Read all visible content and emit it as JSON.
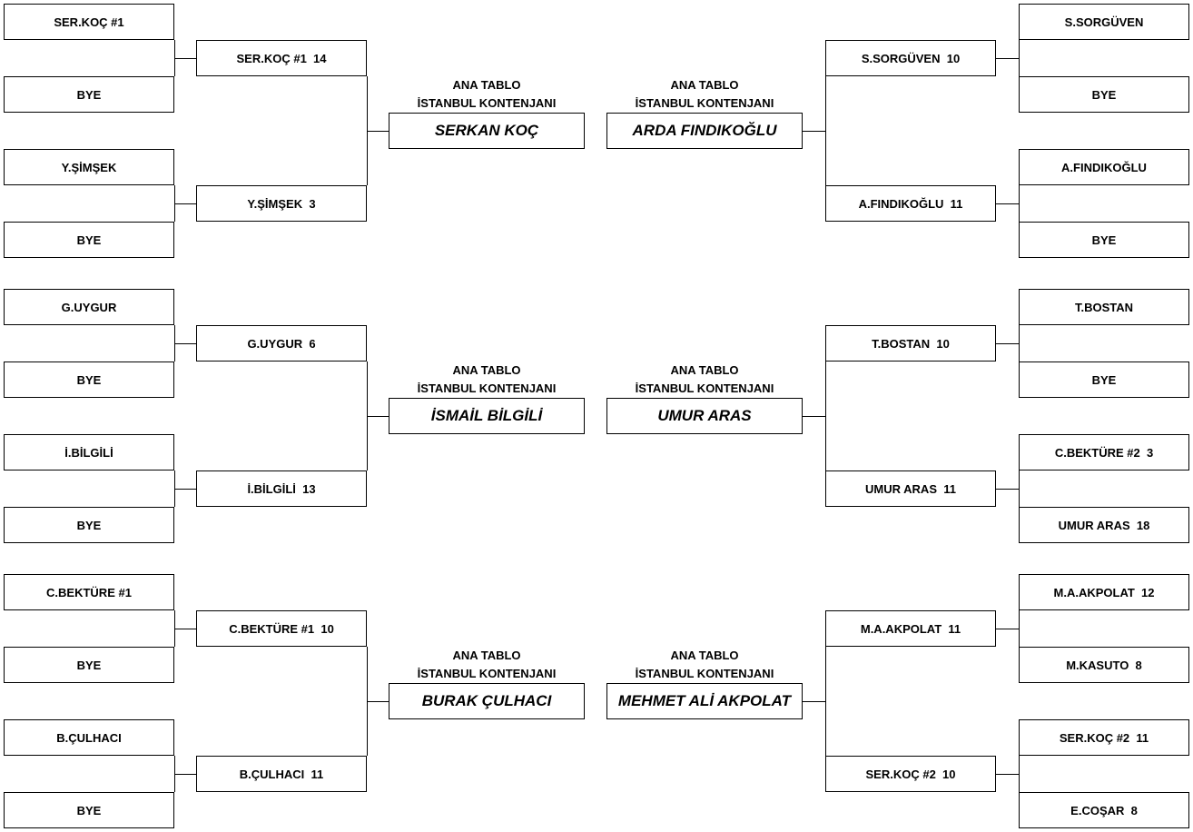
{
  "brackets": [
    {
      "side": "left",
      "round1": [
        "SER.KOÇ #1",
        "BYE",
        "Y.ŞİMŞEK",
        "BYE"
      ],
      "round2": [
        "SER.KOÇ #1  14",
        "Y.ŞİMŞEK  3"
      ],
      "caption": [
        "ANA TABLO",
        "İSTANBUL KONTENJANI"
      ],
      "winner": "SERKAN KOÇ"
    },
    {
      "side": "right",
      "round1": [
        "S.SORGÜVEN",
        "BYE",
        "A.FINDIKOĞLU",
        "BYE"
      ],
      "round2": [
        "S.SORGÜVEN  10",
        "A.FINDIKOĞLU  11"
      ],
      "caption": [
        "ANA TABLO",
        "İSTANBUL KONTENJANI"
      ],
      "winner": "ARDA FINDIKOĞLU"
    },
    {
      "side": "left",
      "round1": [
        "G.UYGUR",
        "BYE",
        "İ.BİLGİLİ",
        "BYE"
      ],
      "round2": [
        "G.UYGUR  6",
        "İ.BİLGİLİ  13"
      ],
      "caption": [
        "ANA TABLO",
        "İSTANBUL KONTENJANI"
      ],
      "winner": "İSMAİL BİLGİLİ"
    },
    {
      "side": "right",
      "round1": [
        "T.BOSTAN",
        "BYE",
        "C.BEKTÜRE #2  3",
        "UMUR ARAS  18"
      ],
      "round2": [
        "T.BOSTAN  10",
        "UMUR ARAS  11"
      ],
      "caption": [
        "ANA TABLO",
        "İSTANBUL KONTENJANI"
      ],
      "winner": "UMUR ARAS"
    },
    {
      "side": "left",
      "round1": [
        "C.BEKTÜRE #1",
        "BYE",
        "B.ÇULHACI",
        "BYE"
      ],
      "round2": [
        "C.BEKTÜRE #1  10",
        "B.ÇULHACI  11"
      ],
      "caption": [
        "ANA TABLO",
        "İSTANBUL KONTENJANI"
      ],
      "winner": "BURAK ÇULHACI"
    },
    {
      "side": "right",
      "round1": [
        "M.A.AKPOLAT  12",
        "M.KASUTO  8",
        "SER.KOÇ #2  11",
        "E.COŞAR  8"
      ],
      "round2": [
        "M.A.AKPOLAT  11",
        "SER.KOÇ #2  10"
      ],
      "caption": [
        "ANA TABLO",
        "İSTANBUL KONTENJANI"
      ],
      "winner": "MEHMET ALİ AKPOLAT"
    }
  ]
}
